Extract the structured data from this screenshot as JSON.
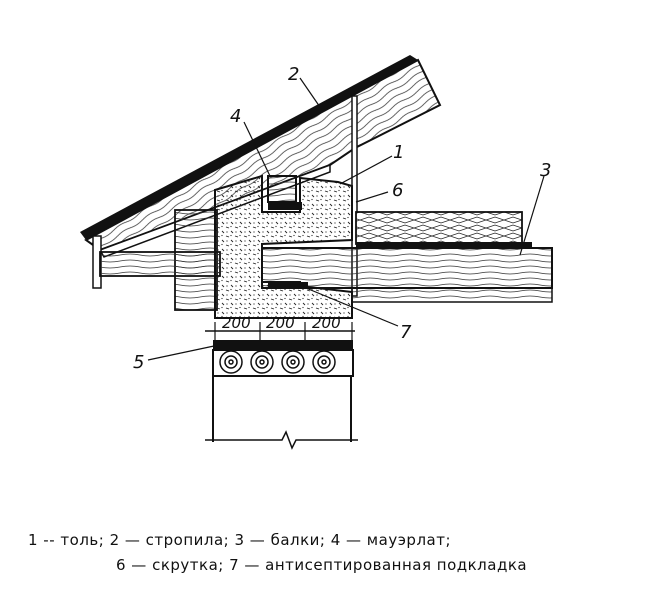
{
  "figure": {
    "callouts": {
      "c1": "1",
      "c2": "2",
      "c3": "3",
      "c4": "4",
      "c5": "5",
      "c6": "6",
      "c7": "7"
    },
    "dimensions": {
      "d1": "200",
      "d2": "200",
      "d3": "200"
    }
  },
  "caption": {
    "line1": "1 -- толь;  2 — стропила;  3 — балки;  4 — мауэрлат;",
    "line2": "6 — скрутка;  7 — антисептированная подкладка"
  }
}
